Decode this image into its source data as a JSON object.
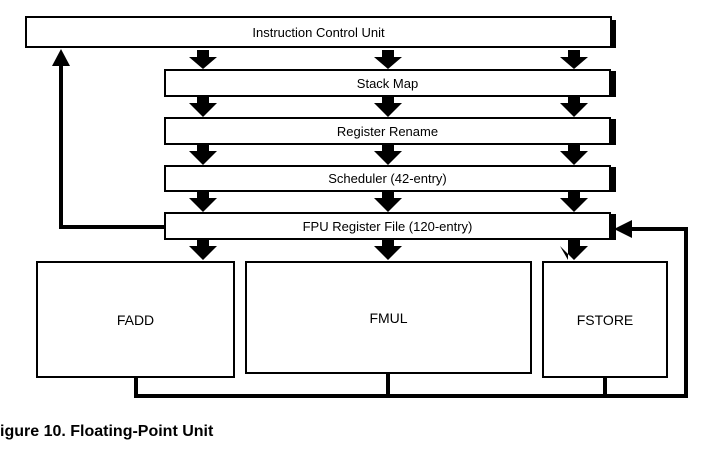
{
  "blocks": {
    "icu": "Instruction Control Unit",
    "stack_map": "Stack Map",
    "register_rename": "Register Rename",
    "scheduler": "Scheduler (42-entry)",
    "register_file": "FPU Register File (120-entry)",
    "fadd": "FADD",
    "fmul": "FMUL",
    "fstore": "FSTORE"
  },
  "caption": "igure 10.  Floating-Point Unit"
}
